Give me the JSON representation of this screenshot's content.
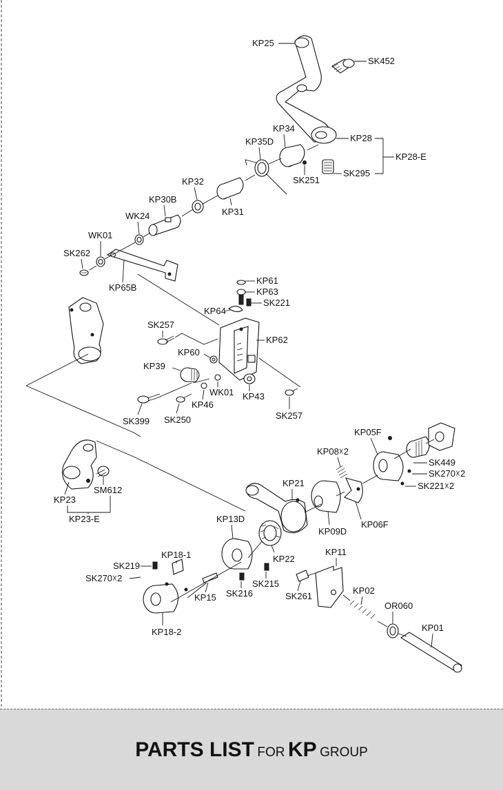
{
  "labels": {
    "KP25": "KP25",
    "SK452": "SK452",
    "KP28": "KP28",
    "KP28E": "KP28-E",
    "KP34": "KP34",
    "KP35D": "KP35D",
    "SK251": "SK251",
    "SK295": "SK295",
    "KP32": "KP32",
    "KP31": "KP31",
    "KP30B": "KP30B",
    "WK24": "WK24",
    "WK01a": "WK01",
    "SK262": "SK262",
    "KP65B": "KP65B",
    "KP61": "KP61",
    "KP63": "KP63",
    "KP64": "KP64",
    "SK221": "SK221",
    "KP62": "KP62",
    "SK257a": "SK257",
    "KP60": "KP60",
    "KP39": "KP39",
    "KP46": "KP46",
    "WK01b": "WK01",
    "KP43": "KP43",
    "SK257b": "SK257",
    "SK399": "SK399",
    "SK250": "SK250",
    "KP05F": "KP05F",
    "KP08": "KP08☓2",
    "SK449": "SK449",
    "SK270a": "SK270☓2",
    "SK221b": "SK221☓2",
    "KP21": "KP21",
    "KP06F": "KP06F",
    "KP09D": "KP09D",
    "KP23": "KP23",
    "SM612": "SM612",
    "KP23E": "KP23-E",
    "KP13D": "KP13D",
    "KP22": "KP22",
    "KP11": "KP11",
    "SK219": "SK219",
    "KP181": "KP18-1",
    "SK270b": "SK270☓2",
    "SK215": "SK215",
    "SK216": "SK216",
    "KP15": "KP15",
    "SK261": "SK261",
    "KP02": "KP02",
    "OR060": "OR060",
    "KP01": "KP01",
    "KP182": "KP18-2"
  },
  "footer": {
    "w1": "PARTS LIST",
    "w2": "FOR",
    "w3": "KP",
    "w4": "GROUP"
  }
}
